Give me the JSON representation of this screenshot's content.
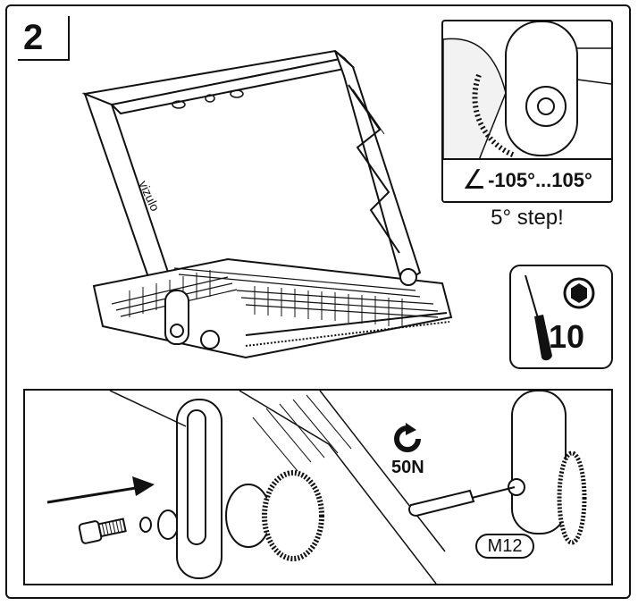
{
  "step": {
    "number": "2"
  },
  "adjustment": {
    "angle_range": "-105°...105°",
    "step_note": "5° step!"
  },
  "tool": {
    "size": "10",
    "screwdriver_icon": "screwdriver-icon",
    "hex_icon": "hex-socket-icon"
  },
  "assembly": {
    "torque": "50N",
    "bolt_size": "M12",
    "rotate_icon": "rotate-arrow-icon"
  },
  "product": {
    "brand": "vizulo"
  }
}
